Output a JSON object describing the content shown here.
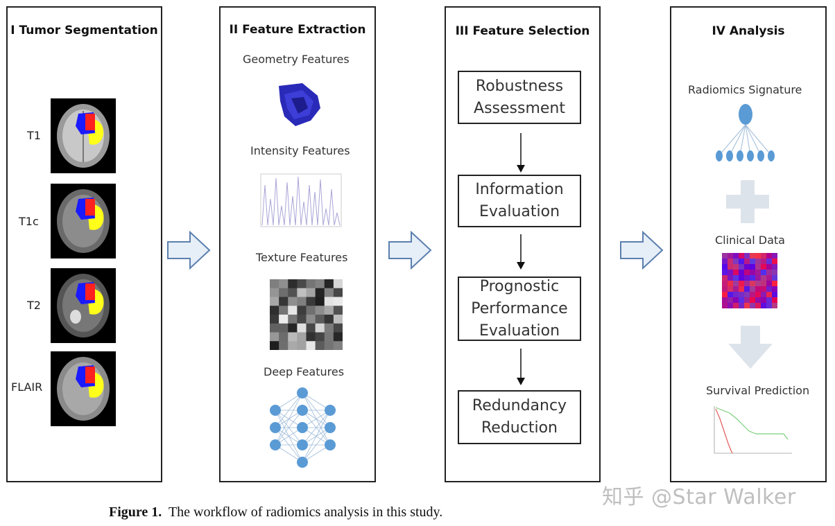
{
  "panels": [
    {
      "title": "I Tumor Segmentation"
    },
    {
      "title": "II  Feature Extraction"
    },
    {
      "title": "III Feature Selection"
    },
    {
      "title": "IV  Analysis"
    }
  ],
  "segmentation": {
    "sequences": [
      "T1",
      "T1c",
      "T2",
      "FLAIR"
    ],
    "colors": {
      "enhancing": "#ff2020",
      "core": "#1a1aff",
      "edema": "#ffff1a"
    }
  },
  "extraction": {
    "geometry_label": "Geometry Features",
    "intensity_label": "Intensity Features",
    "texture_label": "Texture Features",
    "deep_label": "Deep Features"
  },
  "selection": {
    "steps": [
      "Robustness\nAssessment",
      "Information\nEvaluation",
      "Prognostic\nPerformance\nEvaluation",
      "Redundancy\nReduction"
    ]
  },
  "analysis": {
    "signature_label": "Radiomics Signature",
    "clinical_label": "Clinical Data",
    "survival_label": "Survival Prediction"
  },
  "caption": {
    "label": "Figure 1.",
    "text": "The workflow of radiomics analysis in this study."
  },
  "watermark": "知乎 @Star Walker"
}
